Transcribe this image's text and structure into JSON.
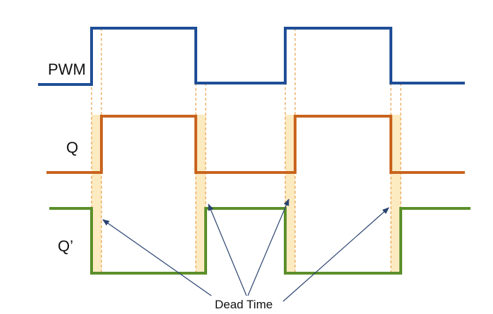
{
  "labels": {
    "pwm": "PWM",
    "q": "Q",
    "q_prime": "Q’",
    "dead_time": "Dead Time"
  },
  "colors": {
    "pwm": "#1f4e96",
    "q": "#c8641e",
    "q_prime": "#5b8f2a",
    "guide": "#e8a04a",
    "band": "#fbe6b6",
    "arrow": "#2a4370"
  }
}
